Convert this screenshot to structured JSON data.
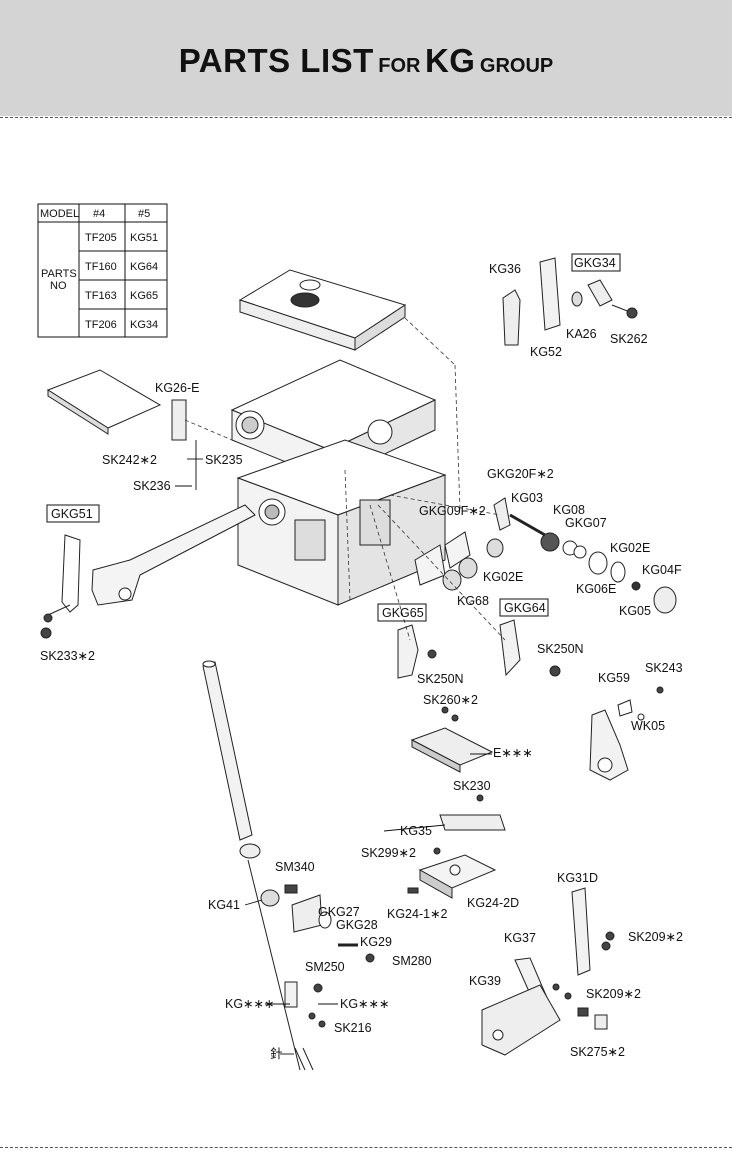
{
  "header": {
    "title_parts": [
      "PARTS LIST",
      "FOR",
      "KG",
      "GROUP"
    ]
  },
  "model_table": {
    "header": [
      "MODEL",
      "#4",
      "#5"
    ],
    "row_label_lines": [
      "PARTS",
      "NO"
    ],
    "rows": [
      [
        "TF205",
        "KG51"
      ],
      [
        "TF160",
        "KG64"
      ],
      [
        "TF163",
        "KG65"
      ],
      [
        "TF206",
        "KG34"
      ]
    ]
  },
  "part_labels": {
    "kg36": "KG36",
    "gkg34": "GKG34",
    "ka26": "KA26",
    "sk262": "SK262",
    "kg52": "KG52",
    "kg26e": "KG26-E",
    "sk242": "SK242∗2",
    "sk235": "SK235",
    "sk236": "SK236",
    "gkg20f": "GKG20F∗2",
    "kg03": "KG03",
    "kg08": "KG08",
    "gkg09f": "GKG09F∗2",
    "gkg07": "GKG07",
    "kg02e_a": "KG02E",
    "kg02e_b": "KG02E",
    "kg06e": "KG06E",
    "kg04f": "KG04F",
    "kg68": "KG68",
    "kg05": "KG05",
    "gkg51": "GKG51",
    "sk233": "SK233∗2",
    "gkg65": "GKG65",
    "gkg64": "GKG64",
    "sk250n_a": "SK250N",
    "sk250n_b": "SK250N",
    "sk260": "SK260∗2",
    "kg59": "KG59",
    "sk243": "SK243",
    "wk05": "WK05",
    "exxx": "E∗∗∗",
    "sk230": "SK230",
    "kg35": "KG35",
    "sk299": "SK299∗2",
    "kg24_1": "KG24-1∗2",
    "kg24_2d": "KG24-2D",
    "sm340": "SM340",
    "kg41": "KG41",
    "gkg27": "GKG27",
    "gkg28": "GKG28",
    "kg29": "KG29",
    "sm280": "SM280",
    "sm250": "SM250",
    "kgxxx_a": "KG∗∗∗",
    "kgxxx_b": "KG∗∗∗",
    "sk216": "SK216",
    "needle": "針",
    "kg31d": "KG31D",
    "kg37": "KG37",
    "sk209_a": "SK209∗2",
    "kg39": "KG39",
    "sk209_b": "SK209∗2",
    "sk275": "SK275∗2"
  }
}
